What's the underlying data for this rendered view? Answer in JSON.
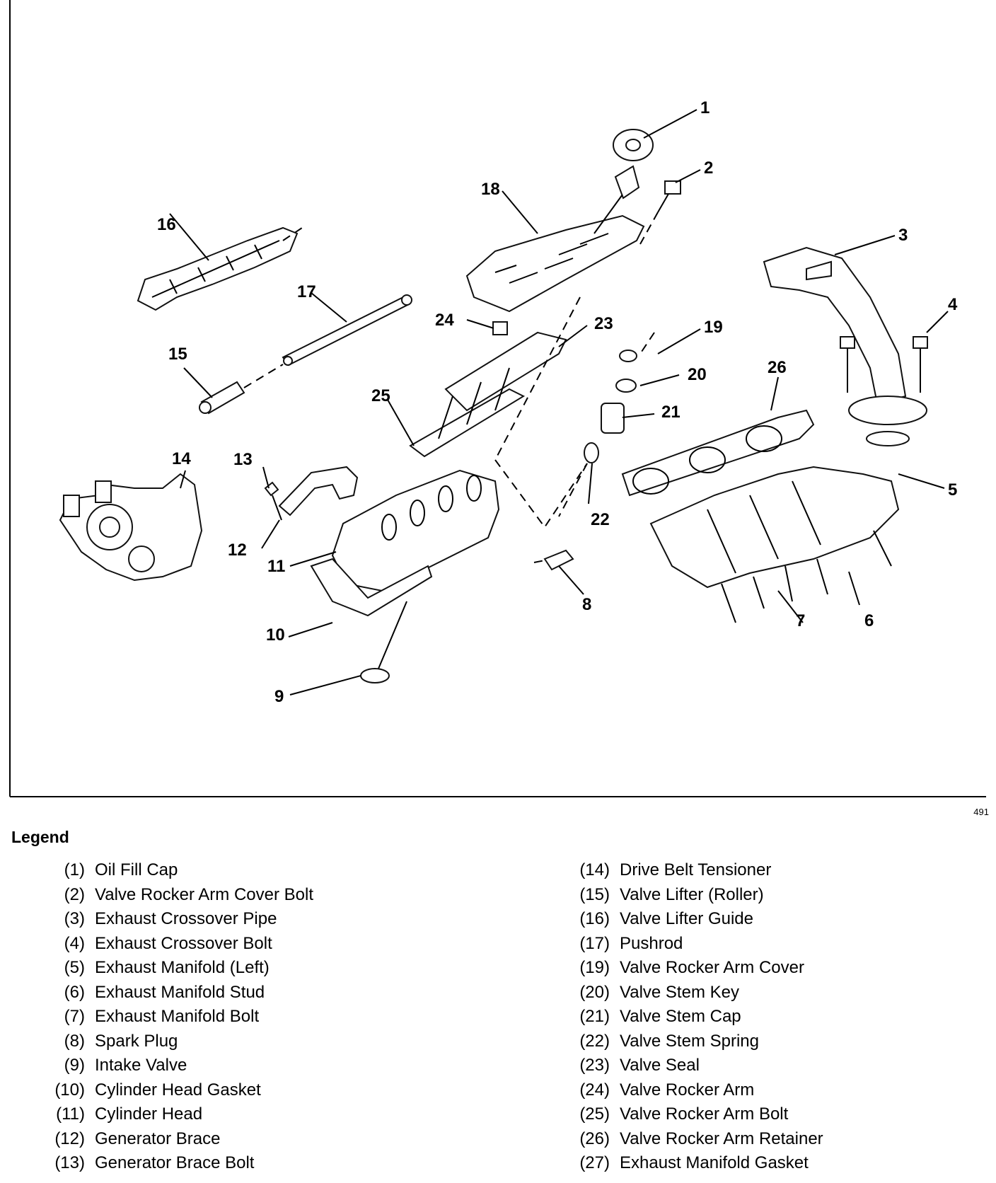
{
  "figure": {
    "number": "491",
    "callouts": [
      "1",
      "2",
      "3",
      "4",
      "5",
      "6",
      "7",
      "8",
      "9",
      "10",
      "11",
      "12",
      "13",
      "14",
      "15",
      "16",
      "17",
      "18",
      "19",
      "20",
      "21",
      "22",
      "23",
      "24",
      "25",
      "26"
    ]
  },
  "legend": {
    "title": "Legend",
    "left": [
      {
        "num": "(1)",
        "label": "Oil Fill Cap"
      },
      {
        "num": "(2)",
        "label": "Valve Rocker Arm Cover Bolt"
      },
      {
        "num": "(3)",
        "label": "Exhaust Crossover Pipe"
      },
      {
        "num": "(4)",
        "label": "Exhaust Crossover Bolt"
      },
      {
        "num": "(5)",
        "label": "Exhaust Manifold (Left)"
      },
      {
        "num": "(6)",
        "label": "Exhaust Manifold Stud"
      },
      {
        "num": "(7)",
        "label": "Exhaust Manifold Bolt"
      },
      {
        "num": "(8)",
        "label": "Spark Plug"
      },
      {
        "num": "(9)",
        "label": "Intake Valve"
      },
      {
        "num": "(10)",
        "label": "Cylinder Head Gasket"
      },
      {
        "num": "(11)",
        "label": "Cylinder Head"
      },
      {
        "num": "(12)",
        "label": "Generator Brace"
      },
      {
        "num": "(13)",
        "label": "Generator Brace Bolt"
      }
    ],
    "right": [
      {
        "num": "(14)",
        "label": "Drive Belt Tensioner"
      },
      {
        "num": "(15)",
        "label": "Valve Lifter (Roller)"
      },
      {
        "num": "(16)",
        "label": "Valve Lifter Guide"
      },
      {
        "num": "(17)",
        "label": "Pushrod"
      },
      {
        "num": "(19)",
        "label": "Valve Rocker Arm Cover"
      },
      {
        "num": "(20)",
        "label": "Valve Stem Key"
      },
      {
        "num": "(21)",
        "label": "Valve Stem Cap"
      },
      {
        "num": "(22)",
        "label": "Valve Stem Spring"
      },
      {
        "num": "(23)",
        "label": "Valve Seal"
      },
      {
        "num": "(24)",
        "label": "Valve Rocker Arm"
      },
      {
        "num": "(25)",
        "label": "Valve Rocker Arm Bolt"
      },
      {
        "num": "(26)",
        "label": "Valve Rocker Arm Retainer"
      },
      {
        "num": "(27)",
        "label": "Exhaust Manifold Gasket"
      }
    ]
  }
}
